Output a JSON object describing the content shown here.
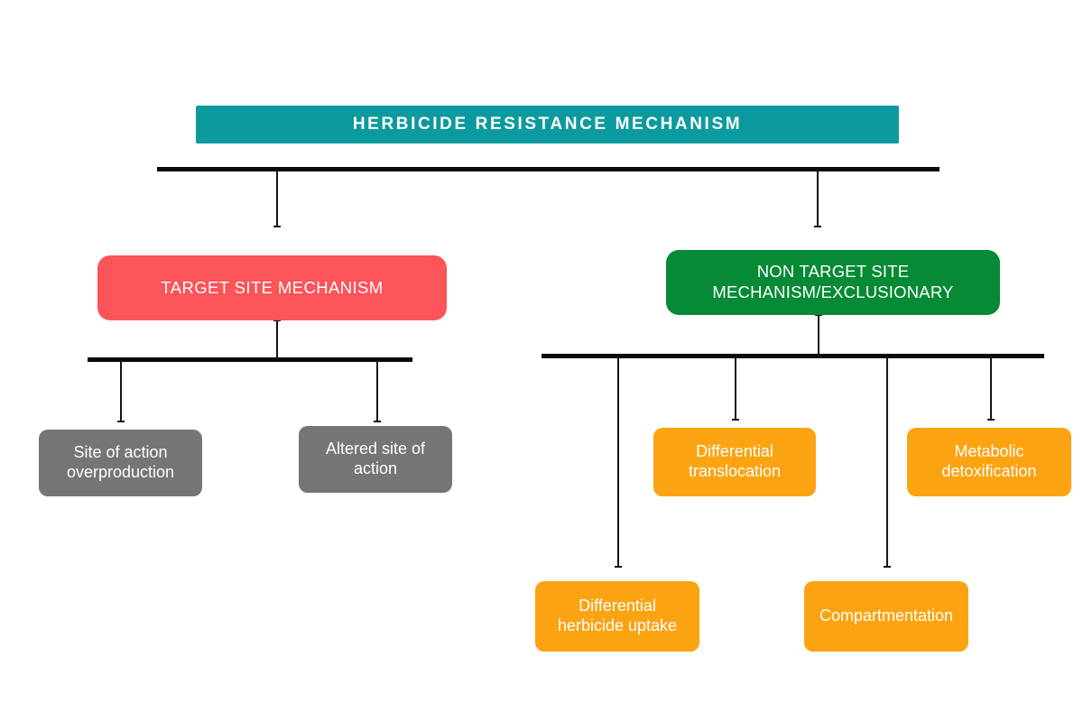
{
  "diagram": {
    "title": "HERBICIDE RESISTANCE MECHANISM",
    "background": "#ffffff",
    "colors": {
      "root": "#0d9a9e",
      "target_site": "#fb5459",
      "non_target_site": "#078a35",
      "target_leaf": "#757575",
      "non_target_leaf": "#fca311",
      "connector": "#0a0a0a",
      "node_text": "#ffffff"
    },
    "root": {
      "label": "HERBICIDE RESISTANCE MECHANISM"
    },
    "branches": [
      {
        "id": "target-site-mechanism",
        "label": "TARGET SITE MECHANISM",
        "color": "#fb5459",
        "children": [
          {
            "id": "site-of-action-overproduction",
            "label": "Site of action\noverproduction",
            "color": "#757575"
          },
          {
            "id": "altered-site-of-action",
            "label": "Altered site of\naction",
            "color": "#757575"
          }
        ]
      },
      {
        "id": "non-target-site-mechanism",
        "label": "NON TARGET SITE\nMECHANISM/EXCLUSIONARY",
        "color": "#078a35",
        "children": [
          {
            "id": "differential-herbicide-uptake",
            "label": "Differential\nherbicide uptake",
            "color": "#fca311"
          },
          {
            "id": "differential-translocation",
            "label": "Differential\ntranslocation",
            "color": "#fca311"
          },
          {
            "id": "compartmentation",
            "label": "Compartmentation",
            "color": "#fca311"
          },
          {
            "id": "metabolic-detoxification",
            "label": "Metabolic\ndetoxification",
            "color": "#fca311"
          }
        ]
      }
    ]
  }
}
